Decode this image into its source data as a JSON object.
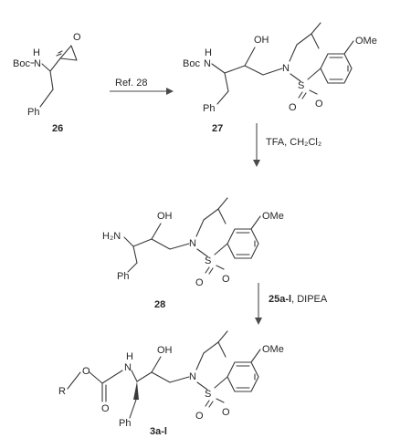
{
  "compounds": {
    "c26": {
      "number": "26",
      "labels": {
        "boc": "Boc",
        "n": "N",
        "h": "H",
        "o": "O",
        "ph": "Ph"
      }
    },
    "c27": {
      "number": "27",
      "labels": {
        "boc": "Boc",
        "nh": "N",
        "h": "H",
        "oh": "OH",
        "n": "N",
        "s": "S",
        "o1": "O",
        "o2": "O",
        "ome": "OMe",
        "ph": "Ph"
      }
    },
    "c28": {
      "number": "28",
      "labels": {
        "h2n": "H₂N",
        "oh": "OH",
        "n": "N",
        "s": "S",
        "o1": "O",
        "o2": "O",
        "ome": "OMe",
        "ph": "Ph"
      }
    },
    "c3": {
      "number": "3a-l",
      "labels": {
        "r": "R",
        "o_ester": "O",
        "o_carbonyl": "O",
        "n": "N",
        "h": "H",
        "oh": "OH",
        "ns": "N",
        "s": "S",
        "o1": "O",
        "o2": "O",
        "ome": "OMe",
        "ph": "Ph"
      }
    }
  },
  "arrows": {
    "step1": {
      "label": "Ref. 28"
    },
    "step2": {
      "label": "TFA, CH₂Cl₂"
    },
    "step3": {
      "reagent": "25a-l",
      "rest": ", DIPEA"
    }
  }
}
